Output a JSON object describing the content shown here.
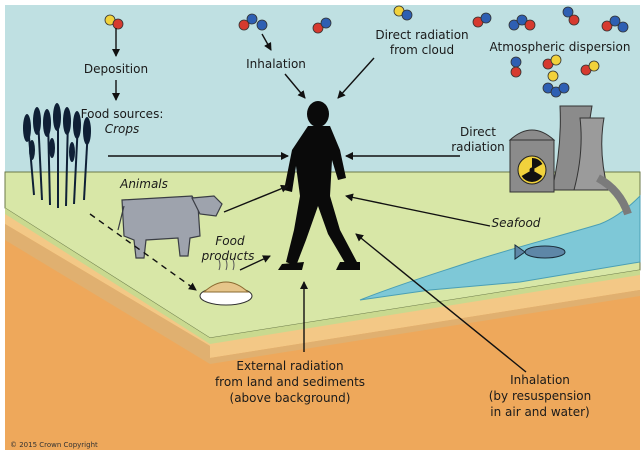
{
  "labels": {
    "deposition": "Deposition",
    "food_sources_1": "Food sources:",
    "food_sources_2": "Crops",
    "inhalation_top": "Inhalation",
    "direct_cloud_1": "Direct radiation",
    "direct_cloud_2": "from cloud",
    "atmospheric": "Atmospheric dispersion",
    "direct_rad_1": "Direct",
    "direct_rad_2": "radiation",
    "animals": "Animals",
    "food_products_1": "Food",
    "food_products_2": "products",
    "seafood": "Seafood",
    "external_1": "External radiation",
    "external_2": "from land and sediments",
    "external_3": "(above background)",
    "inhal_resusp_1": "Inhalation",
    "inhal_resusp_2": "(by resuspension",
    "inhal_resusp_3": "in air and water)",
    "copyright": "© 2015 Crown Copyright"
  },
  "colors": {
    "sky": "#bfe0e2",
    "ground_top": "#d8e7a7",
    "ground_side": "#f3c886",
    "ground_deep": "#eea85b",
    "river": "#7ec8d7",
    "silhouette": "#0a0a0a",
    "animal": "#9ea3ad",
    "plant": "#0f2036",
    "tower": "#8b8b8b",
    "red_atom": "#d63a2f",
    "blue_atom": "#2e5fb3",
    "yellow_atom": "#f1d23c"
  },
  "icons": [
    "person-silhouette-icon",
    "cow-icon",
    "pie-icon",
    "fish-icon",
    "wheat-icon",
    "nuclear-plant-icon",
    "radiation-symbol-icon",
    "molecule-icon"
  ]
}
